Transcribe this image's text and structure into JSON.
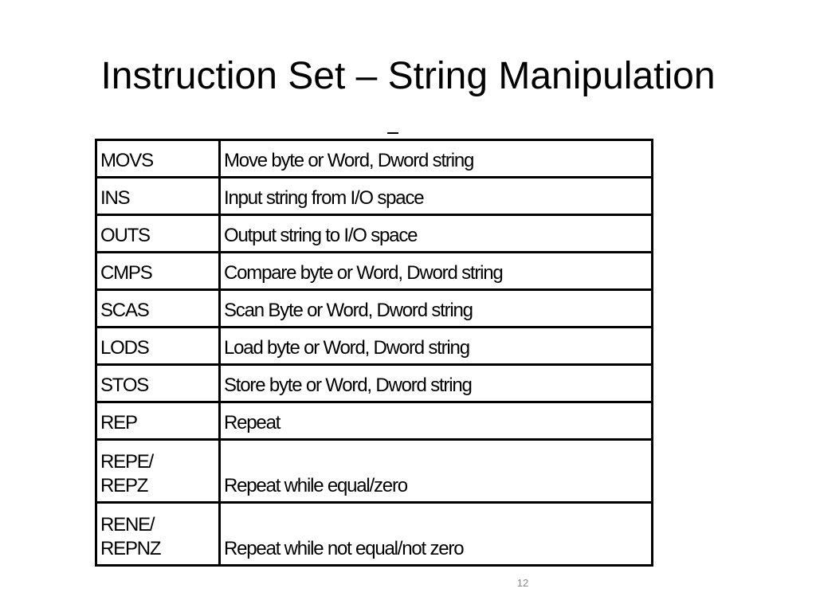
{
  "slide": {
    "title": "Instruction Set – String Manipulation",
    "page_number": "12"
  },
  "table": {
    "rows": [
      {
        "mnemonic": [
          "MOVS"
        ],
        "description": "Move byte or Word, Dword string"
      },
      {
        "mnemonic": [
          "INS"
        ],
        "description": "Input string from I/O space"
      },
      {
        "mnemonic": [
          "OUTS"
        ],
        "description": "Output string to I/O space"
      },
      {
        "mnemonic": [
          "CMPS"
        ],
        "description": "Compare byte or Word, Dword string"
      },
      {
        "mnemonic": [
          "SCAS"
        ],
        "description": "Scan Byte or Word, Dword string"
      },
      {
        "mnemonic": [
          "LODS"
        ],
        "description": "Load byte or Word, Dword string"
      },
      {
        "mnemonic": [
          "STOS"
        ],
        "description": "Store byte or Word, Dword string"
      },
      {
        "mnemonic": [
          "REP"
        ],
        "description": "Repeat"
      },
      {
        "mnemonic": [
          "REPE/",
          "REPZ"
        ],
        "description": "Repeat while equal/zero"
      },
      {
        "mnemonic": [
          "RENE/",
          "REPNZ"
        ],
        "description": "Repeat while not equal/not zero"
      }
    ]
  }
}
